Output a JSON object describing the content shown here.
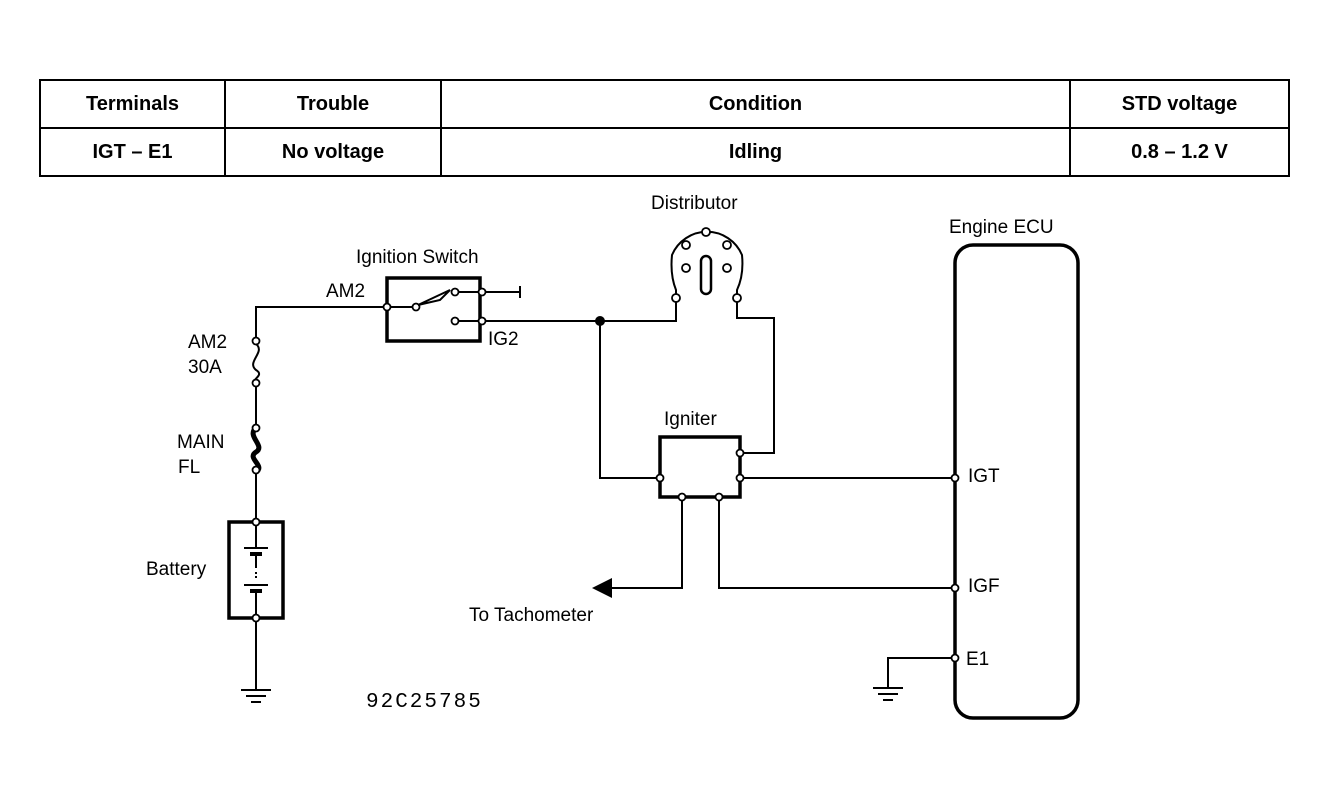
{
  "table": {
    "headers": [
      "Terminals",
      "Trouble",
      "Condition",
      "STD voltage"
    ],
    "row": [
      "IGT – E1",
      "No voltage",
      "Idling",
      "0.8 – 1.2 V"
    ]
  },
  "diagram": {
    "distributor": "Distributor",
    "engine_ecu": "Engine ECU",
    "ignition_switch": "Ignition Switch",
    "am2_terminal": "AM2",
    "ig2_terminal": "IG2",
    "fuse_name": "AM2",
    "fuse_rating": "30A",
    "fusible_link_line1": "MAIN",
    "fusible_link_line2": "FL",
    "battery": "Battery",
    "igniter": "Igniter",
    "igt": "IGT",
    "igf": "IGF",
    "e1": "E1",
    "to_tachometer": "To Tachometer",
    "figure_code": "92C25785"
  }
}
